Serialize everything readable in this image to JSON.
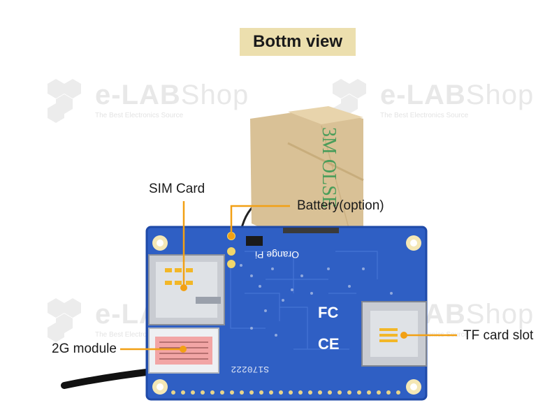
{
  "title": "Bottm view",
  "watermark": {
    "brand_bold": "e-LAB",
    "brand_light": "Shop",
    "tagline": "The Best Electronics Source"
  },
  "board": {
    "brand_text": "Orange Pi",
    "code_text": "S170222",
    "fc_mark": "FC",
    "ce_mark": "CE",
    "tape_text": "3M OLSE"
  },
  "labels": {
    "sim_card": "SIM Card",
    "battery": "Battery(option)",
    "module_2g": "2G module",
    "tf_slot": "TF card slot"
  },
  "colors": {
    "pcb": "#2f5fc4",
    "pcb_dark": "#1f4aa8",
    "tape": "#dcc39a",
    "leader": "#f2a014",
    "badge": "#ecdfae"
  }
}
